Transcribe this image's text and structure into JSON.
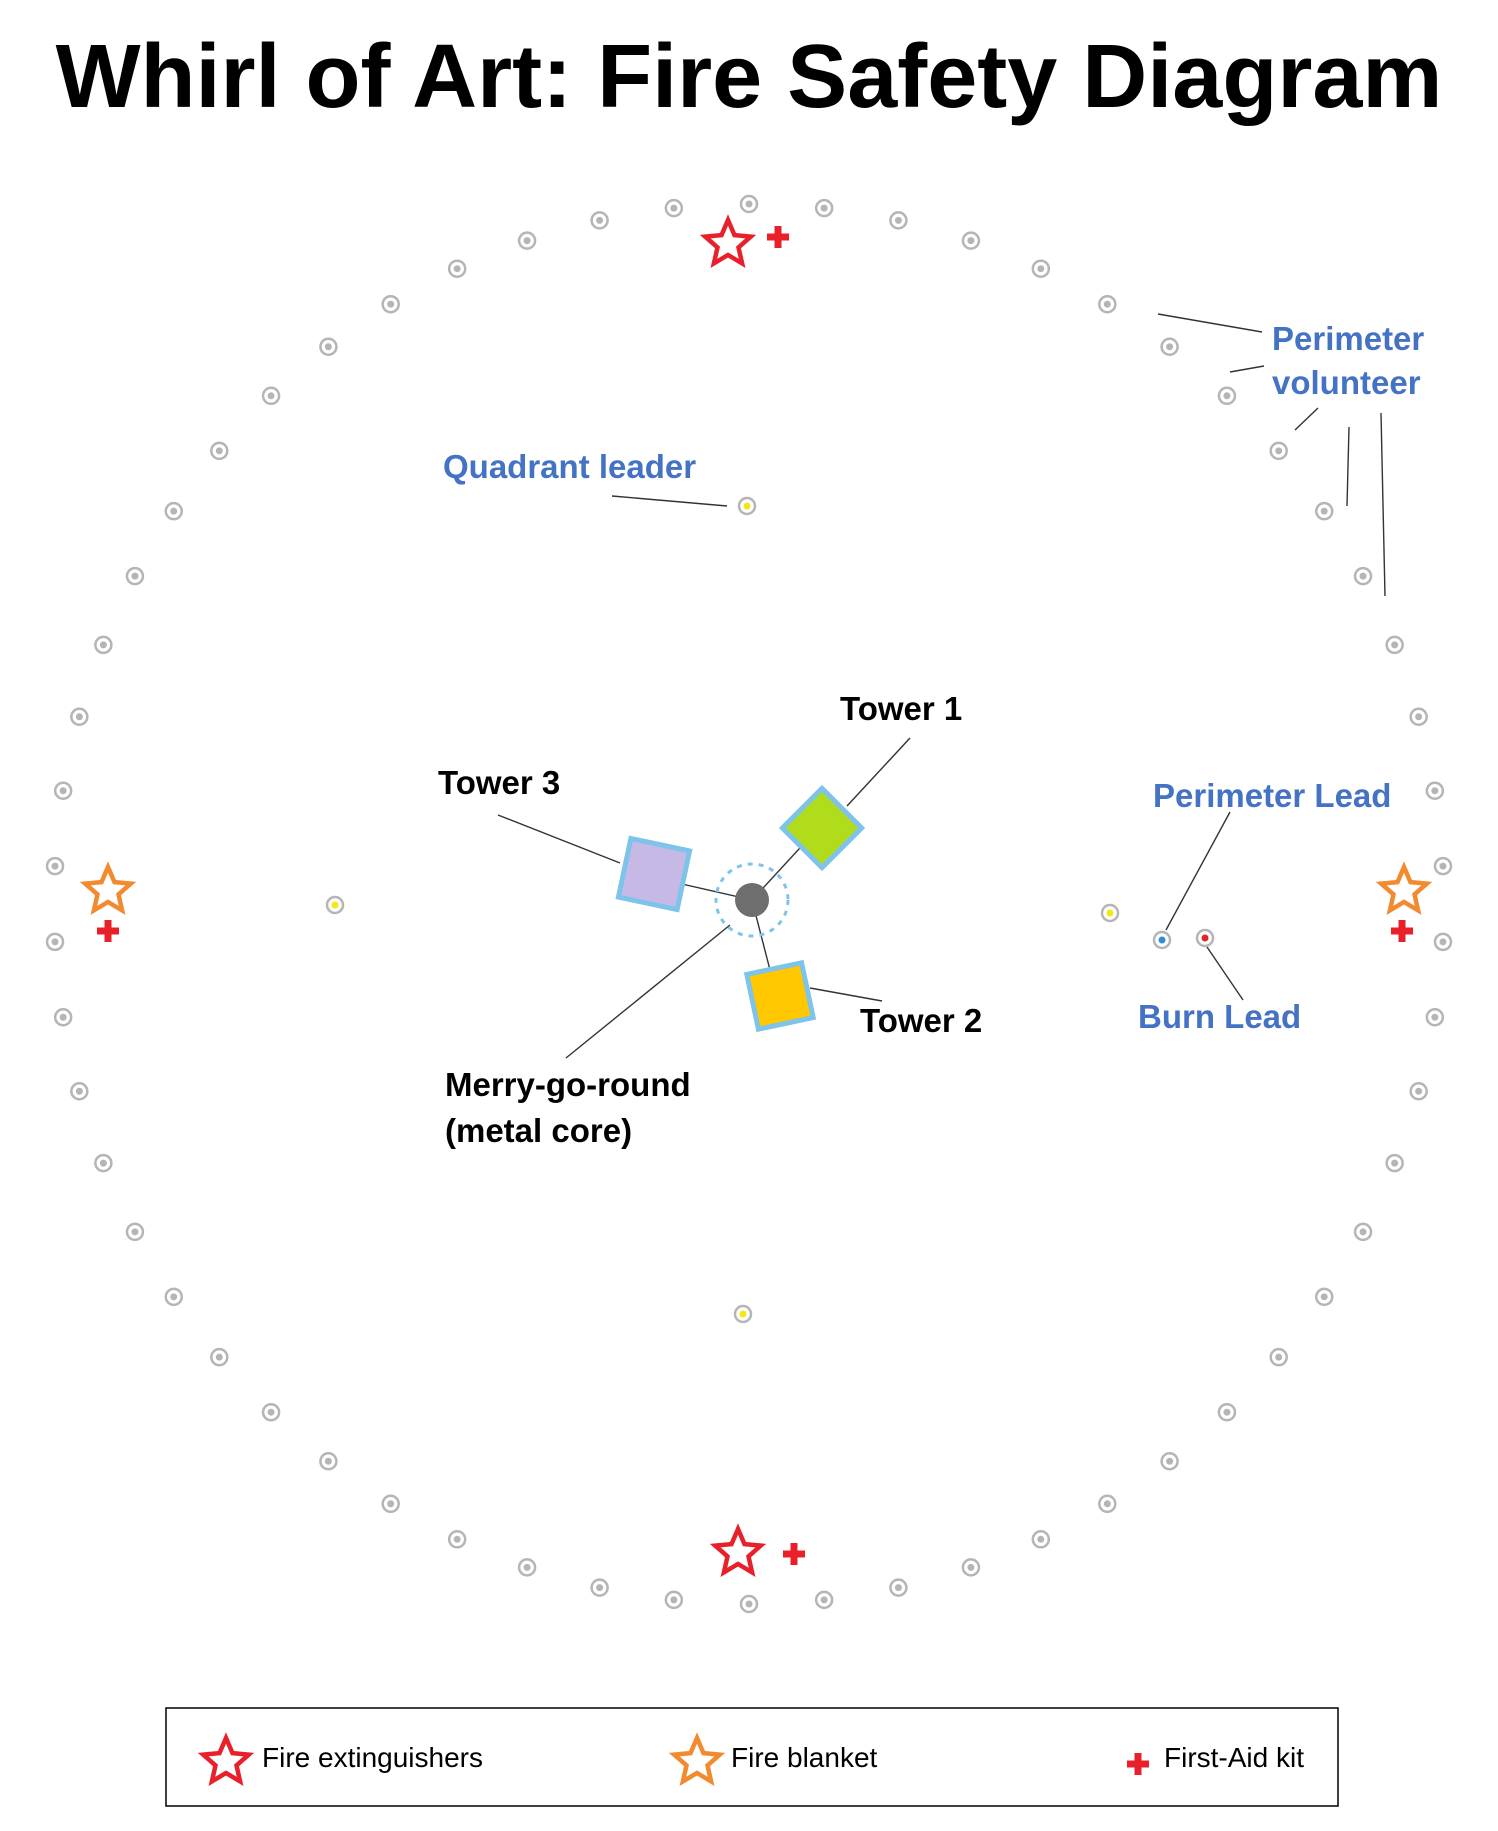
{
  "title": "Whirl of Art:  Fire Safety Diagram",
  "colors": {
    "label_blue": "#4472C4",
    "extinguisher_red": "#E8202A",
    "blanket_orange": "#F28A30",
    "first_aid_red": "#E8202A",
    "tower1_green": "#B1DC1C",
    "tower2_orange": "#FFC800",
    "tower3_lavender": "#C7B9E6",
    "tower_border": "#7EC3EA",
    "core_gray": "#6E6E6E",
    "volunteer_gray": "#B5B5B5",
    "quadrant_yellow": "#F5E616",
    "perimeter_lead_blue": "#2E8FD8",
    "burn_lead_red": "#E02525"
  },
  "labels": {
    "perimeter_volunteer_line1": "Perimeter",
    "perimeter_volunteer_line2": "volunteer",
    "quadrant_leader": "Quadrant leader",
    "tower1": "Tower 1",
    "tower2": "Tower 2",
    "tower3": "Tower 3",
    "merry_line1": "Merry-go-round",
    "merry_line2": "(metal core)",
    "perimeter_lead": "Perimeter Lead",
    "burn_lead": "Burn Lead"
  },
  "icons": {
    "extinguisher": "star-outline-icon",
    "blanket": "star-outline-icon",
    "first_aid": "plus-cross-icon",
    "volunteer": "circle-marker-icon"
  },
  "legend": {
    "items": [
      {
        "icon": "red-star-icon",
        "label": "Fire extinguishers"
      },
      {
        "icon": "orange-star-icon",
        "label": "Fire blanket"
      },
      {
        "icon": "red-cross-icon",
        "label": "First-Aid kit"
      }
    ]
  },
  "perimeter_volunteer_count": 58,
  "quadrant_leader_count": 4
}
